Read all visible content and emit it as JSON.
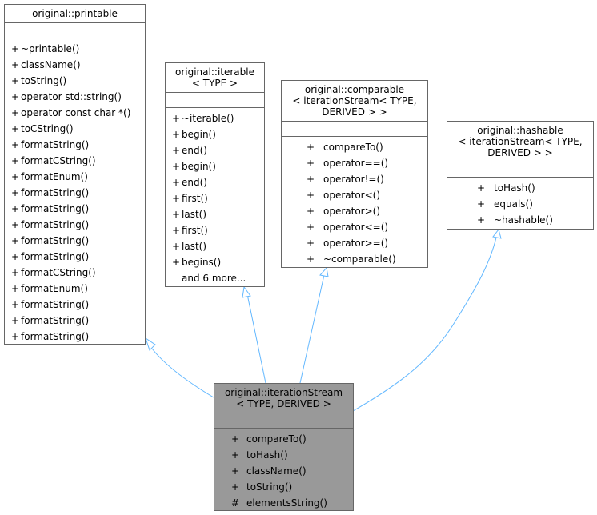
{
  "classes": [
    {
      "id": "printable",
      "title": [
        "original::printable"
      ],
      "members": [
        [
          "+",
          "~printable()"
        ],
        [
          "+",
          "className()"
        ],
        [
          "+",
          "toString()"
        ],
        [
          "+",
          "operator std::string()"
        ],
        [
          "+",
          "operator const char *()"
        ],
        [
          "+",
          "toCString()"
        ],
        [
          "+",
          "formatString()"
        ],
        [
          "+",
          "formatCString()"
        ],
        [
          "+",
          "formatEnum()"
        ],
        [
          "+",
          "formatString()"
        ],
        [
          "+",
          "formatString()"
        ],
        [
          "+",
          "formatString()"
        ],
        [
          "+",
          "formatString()"
        ],
        [
          "+",
          "formatString()"
        ],
        [
          "+",
          "formatCString()"
        ],
        [
          "+",
          "formatEnum()"
        ],
        [
          "+",
          "formatString()"
        ],
        [
          "+",
          "formatString()"
        ],
        [
          "+",
          "formatString()"
        ]
      ]
    },
    {
      "id": "iterable",
      "title": [
        "original::iterable",
        "< TYPE >"
      ],
      "members": [
        [
          "+",
          "~iterable()"
        ],
        [
          "+",
          "begin()"
        ],
        [
          "+",
          "end()"
        ],
        [
          "+",
          "begin()"
        ],
        [
          "+",
          "end()"
        ],
        [
          "+",
          "first()"
        ],
        [
          "+",
          "last()"
        ],
        [
          "+",
          "first()"
        ],
        [
          "+",
          "last()"
        ],
        [
          "+",
          "begins()"
        ],
        [
          "",
          "and 6 more..."
        ]
      ]
    },
    {
      "id": "comparable",
      "title": [
        "original::comparable",
        "< iterationStream< TYPE,",
        "DERIVED > >"
      ],
      "members": [
        [
          "+",
          "compareTo()"
        ],
        [
          "+",
          "operator==()"
        ],
        [
          "+",
          "operator!=()"
        ],
        [
          "+",
          "operator<()"
        ],
        [
          "+",
          "operator>()"
        ],
        [
          "+",
          "operator<=()"
        ],
        [
          "+",
          "operator>=()"
        ],
        [
          "+",
          "~comparable()"
        ]
      ]
    },
    {
      "id": "hashable",
      "title": [
        "original::hashable",
        "< iterationStream< TYPE,",
        "DERIVED > >"
      ],
      "members": [
        [
          "+",
          "toHash()"
        ],
        [
          "+",
          "equals()"
        ],
        [
          "+",
          "~hashable()"
        ]
      ]
    },
    {
      "id": "stream",
      "title": [
        "original::iterationStream",
        "< TYPE, DERIVED >"
      ],
      "members": [
        [
          "+",
          "compareTo()"
        ],
        [
          "+",
          "toHash()"
        ],
        [
          "+",
          "className()"
        ],
        [
          "+",
          "toString()"
        ],
        [
          "#",
          "elementsString()"
        ]
      ]
    }
  ],
  "colors": {
    "edge": "#63b8ff",
    "focus_fill": "#999999",
    "border": "#666666"
  }
}
